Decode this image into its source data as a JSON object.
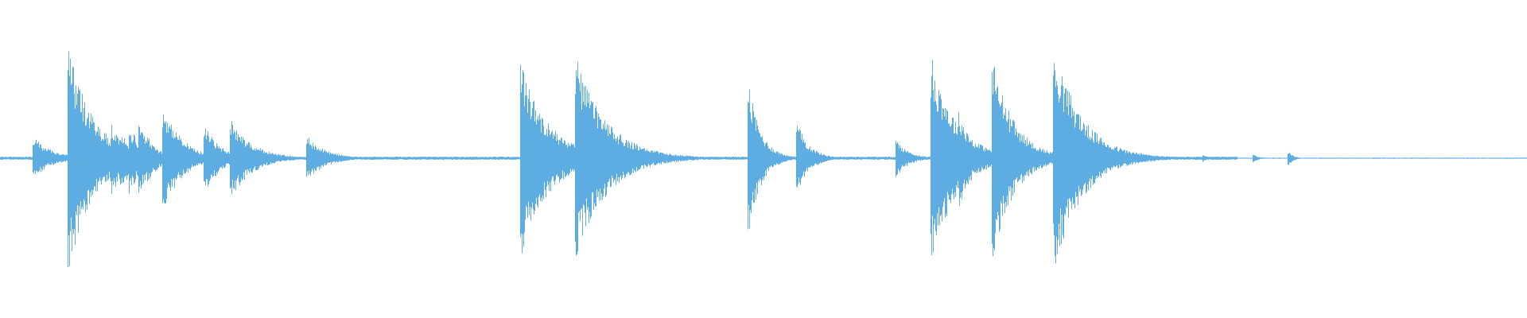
{
  "waveform": {
    "color": "#5dade2",
    "background": "#ffffff",
    "duration_fraction_active": 0.81,
    "noise_floor": 0.012,
    "transients": [
      {
        "t": 0.022,
        "amp_up": 0.16,
        "amp_down": 0.15,
        "decay": 0.012
      },
      {
        "t": 0.045,
        "amp_up": 0.83,
        "amp_down": 0.84,
        "decay": 0.016
      },
      {
        "t": 0.058,
        "amp_up": 0.22,
        "amp_down": 0.25,
        "decay": 0.008
      },
      {
        "t": 0.066,
        "amp_up": 0.22,
        "amp_down": 0.26,
        "decay": 0.008
      },
      {
        "t": 0.073,
        "amp_up": 0.26,
        "amp_down": 0.3,
        "decay": 0.008
      },
      {
        "t": 0.079,
        "amp_up": 0.2,
        "amp_down": 0.26,
        "decay": 0.008
      },
      {
        "t": 0.085,
        "amp_up": 0.25,
        "amp_down": 0.27,
        "decay": 0.008
      },
      {
        "t": 0.091,
        "amp_up": 0.26,
        "amp_down": 0.28,
        "decay": 0.008
      },
      {
        "t": 0.097,
        "amp_up": 0.16,
        "amp_down": 0.18,
        "decay": 0.008
      },
      {
        "t": 0.107,
        "amp_up": 0.4,
        "amp_down": 0.41,
        "decay": 0.012
      },
      {
        "t": 0.122,
        "amp_up": 0.12,
        "amp_down": 0.12,
        "decay": 0.01
      },
      {
        "t": 0.134,
        "amp_up": 0.25,
        "amp_down": 0.28,
        "decay": 0.01
      },
      {
        "t": 0.151,
        "amp_up": 0.3,
        "amp_down": 0.31,
        "decay": 0.014
      },
      {
        "t": 0.201,
        "amp_up": 0.17,
        "amp_down": 0.17,
        "decay": 0.012
      },
      {
        "t": 0.341,
        "amp_up": 0.72,
        "amp_down": 0.74,
        "decay": 0.018
      },
      {
        "t": 0.377,
        "amp_up": 0.77,
        "amp_down": 0.76,
        "decay": 0.02
      },
      {
        "t": 0.49,
        "amp_up": 0.58,
        "amp_down": 0.58,
        "decay": 0.008
      },
      {
        "t": 0.522,
        "amp_up": 0.27,
        "amp_down": 0.28,
        "decay": 0.008
      },
      {
        "t": 0.587,
        "amp_up": 0.14,
        "amp_down": 0.14,
        "decay": 0.008
      },
      {
        "t": 0.61,
        "amp_up": 0.78,
        "amp_down": 0.8,
        "decay": 0.016
      },
      {
        "t": 0.628,
        "amp_up": 0.35,
        "amp_down": 0.38,
        "decay": 0.01
      },
      {
        "t": 0.65,
        "amp_up": 0.76,
        "amp_down": 0.78,
        "decay": 0.014
      },
      {
        "t": 0.69,
        "amp_up": 0.88,
        "amp_down": 0.86,
        "decay": 0.018
      },
      {
        "t": 0.788,
        "amp_up": 0.03,
        "amp_down": 0.03,
        "decay": 0.003
      },
      {
        "t": 0.821,
        "amp_up": 0.03,
        "amp_down": 0.03,
        "decay": 0.003
      },
      {
        "t": 0.844,
        "amp_up": 0.05,
        "amp_down": 0.05,
        "decay": 0.003
      }
    ]
  }
}
